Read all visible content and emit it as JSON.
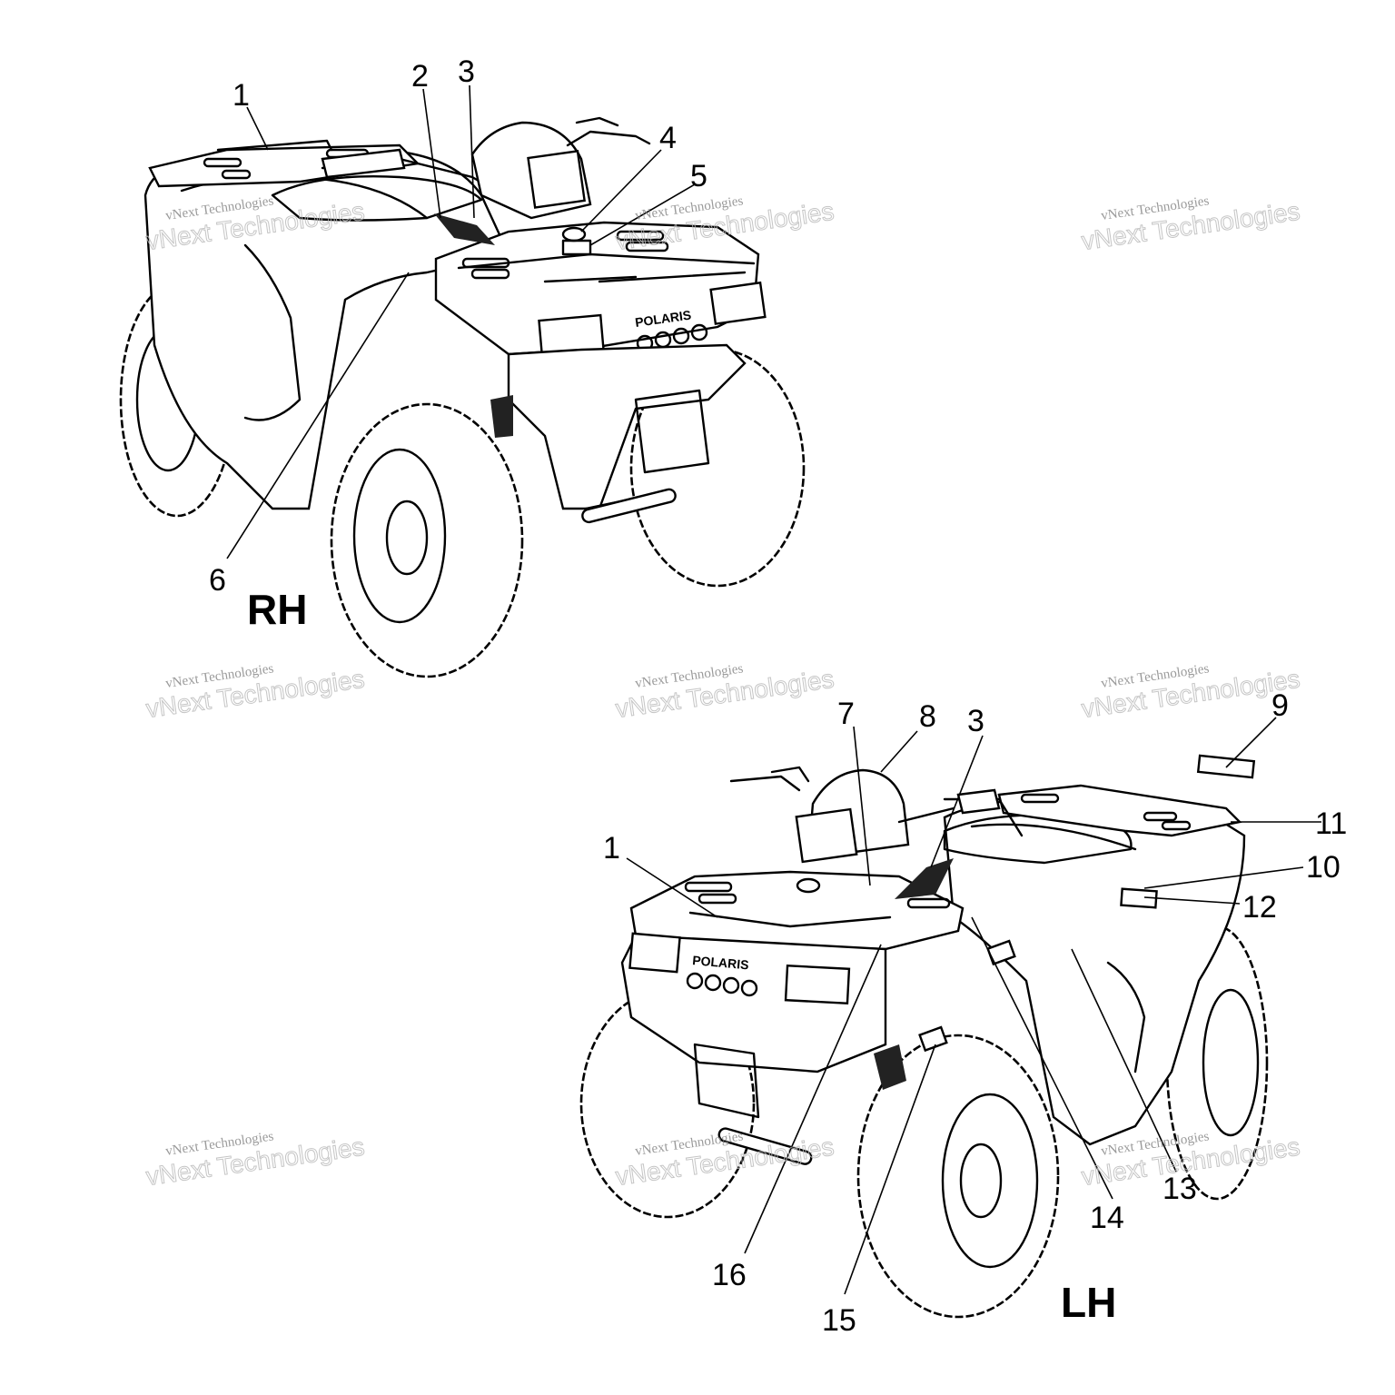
{
  "views": [
    {
      "id": "rh",
      "label": "RH",
      "callouts": [
        "1",
        "2",
        "3",
        "4",
        "5",
        "6"
      ]
    },
    {
      "id": "lh",
      "label": "LH",
      "callouts": [
        "7",
        "8",
        "3",
        "9",
        "1",
        "11",
        "10",
        "12",
        "13",
        "14",
        "16",
        "15"
      ]
    }
  ],
  "brand_text": "POLARIS",
  "watermark": {
    "line1": "vNext Technologies",
    "line2": "vNext Technologies"
  },
  "colors": {
    "ink": "#000000",
    "background": "#ffffff",
    "watermark": "#bbbbbb"
  }
}
